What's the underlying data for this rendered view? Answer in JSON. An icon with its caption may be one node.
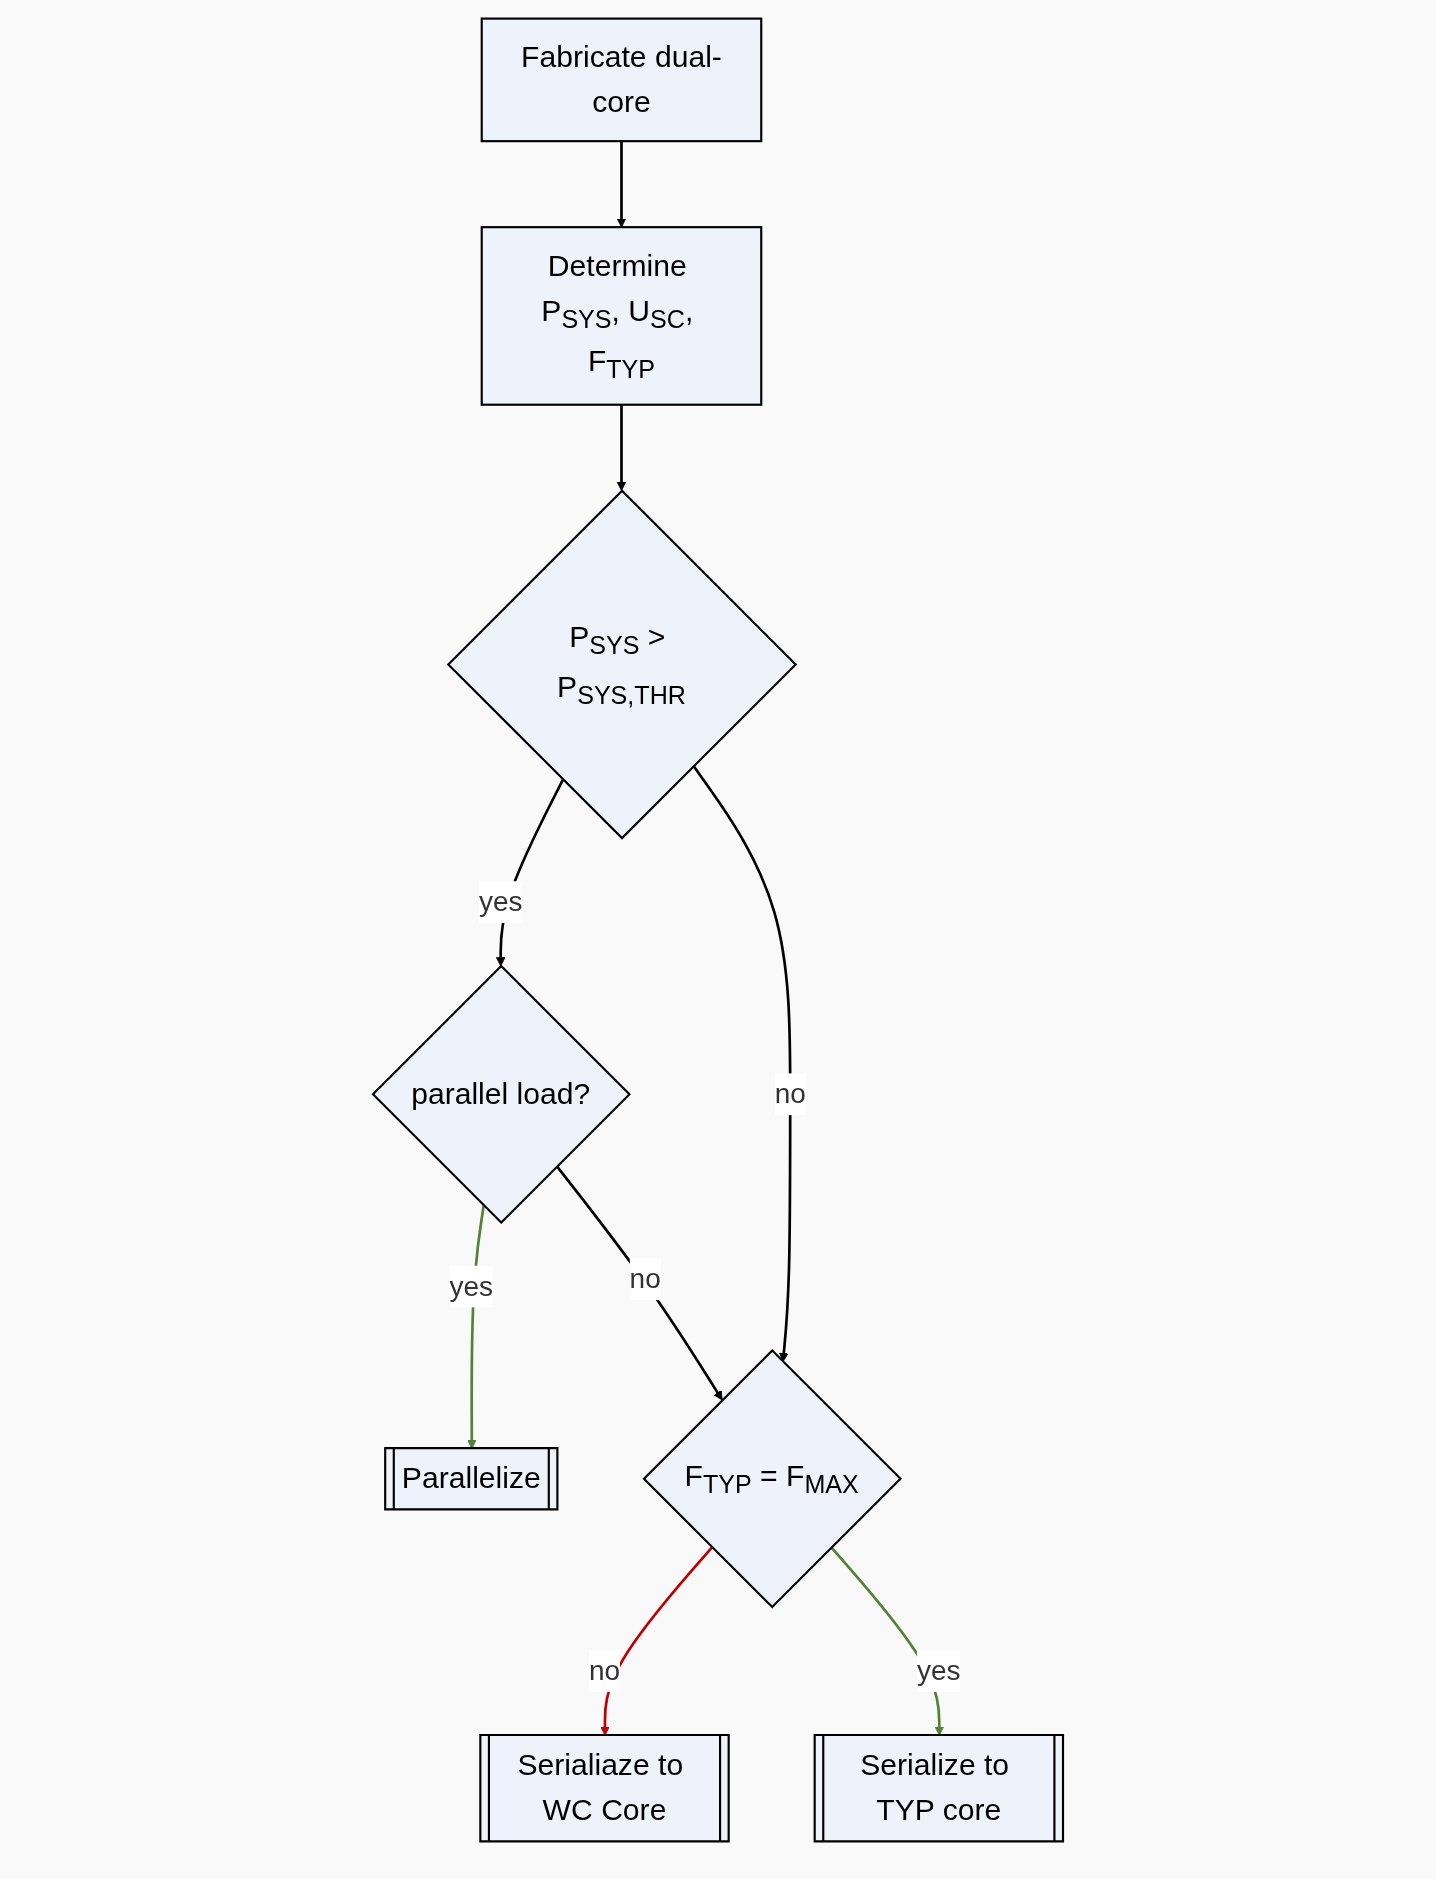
{
  "diagram": {
    "nodes": [
      {
        "text": [
          "Fabricate dual-core"
        ]
      },
      {
        "text": [
          "Determine P$_{SYS}$, U$_{SC}$, F$_{TYP}$"
        ]
      },
      {
        "text": [
          "P$_{SYS}$ > P$_{SYS,THR}$"
        ]
      },
      {
        "text": [
          "Parallelize"
        ]
      },
      {
        "text": [
          "parallel load?"
        ]
      },
      {
        "text": [
          "F$_{TYP}$ = F$_{MAX}$"
        ]
      },
      {
        "text": [
          "Serialiaze to WC Core"
        ]
      },
      {
        "text": [
          "Serialize to TYP core"
        ]
      }
    ],
    "edges": [
      {
        "from": 0,
        "to": 1,
        "arrow": "to"
      },
      {
        "from": 1,
        "to": 2,
        "arrow": "to"
      },
      {
        "from": 2,
        "to": 4,
        "arrow": "to",
        "label": "yes"
      },
      {
        "from": 4,
        "to": 3,
        "arrow": "to",
        "label": "yes",
        "color": "#548235"
      },
      {
        "from": 2,
        "to": 5,
        "arrow": "to",
        "label": "no"
      },
      {
        "from": 4,
        "to": 5,
        "arrow": "to",
        "label": "no"
      },
      {
        "from": 5,
        "to": 6,
        "arrow": "to",
        "label": "no",
        "color": "#c00000"
      },
      {
        "from": 5,
        "to": 7,
        "arrow": "to",
        "label": "yes",
        "color": "#548235"
      }
    ]
  }
}
